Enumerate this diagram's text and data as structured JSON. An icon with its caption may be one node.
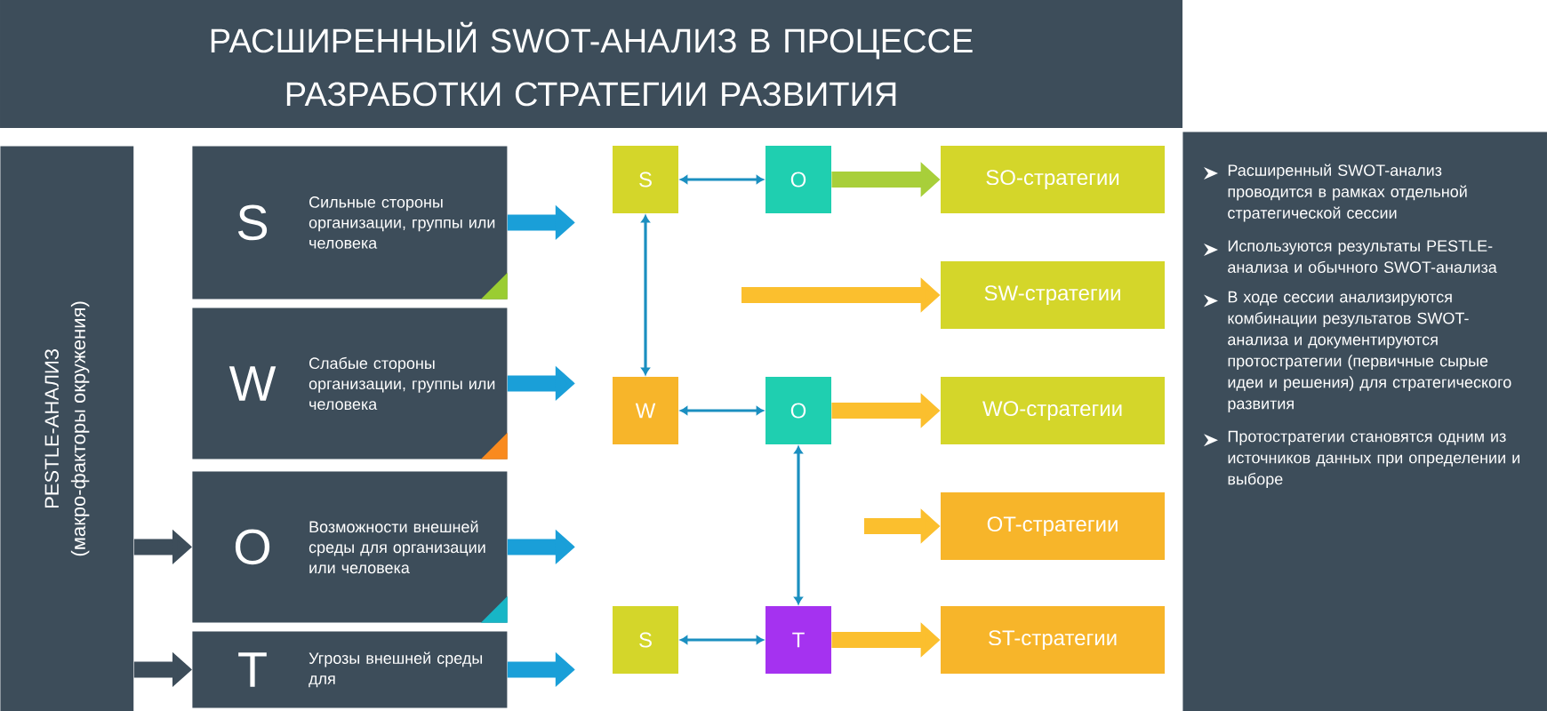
{
  "diagram": {
    "title": "РАСШИРЕННЫЙ SWOT-АНАЛИЗ В ПРОЦЕССЕ РАЗРАБОТКИ СТРАТЕГИИ РАЗВИТИЯ",
    "nodes": [
      {
        "text": [
          "PESTLE-АНАЛИЗ",
          "(макро-факторы окружения)"
        ]
      },
      {
        "text": [
          "S",
          "Сильные стороны организации, группы или человека"
        ]
      },
      {
        "text": [
          "W",
          "Слабые стороны организации, группы или человека"
        ]
      },
      {
        "text": [
          "O",
          "Возможности внешней среды для организации или человека"
        ]
      },
      {
        "text": [
          "T",
          "Угрозы внешней среды для"
        ]
      },
      {
        "text": [
          "S"
        ]
      },
      {
        "text": [
          "O"
        ]
      },
      {
        "text": [
          "SO-стратегии"
        ]
      },
      {
        "text": [
          "SW-стратегии"
        ]
      },
      {
        "text": [
          "W"
        ]
      },
      {
        "text": [
          "O"
        ]
      },
      {
        "text": [
          "WO-стратегии"
        ]
      },
      {
        "text": [
          "OT-стратегии"
        ]
      },
      {
        "text": [
          "S"
        ]
      },
      {
        "text": [
          "T"
        ]
      },
      {
        "text": [
          "ST-стратегии"
        ]
      },
      {
        "text": [
          "Расширенный SWOT-анализ проводится в рамках отдельной стратегической сессии",
          "Используются результаты PESTLE-анализа и обычного SWOT-анализа",
          "В ходе сессии анализируются комбинации результатов SWOT-анализа и документируются протостратегии (первичные сырые идеи и решения) для стратегического развития",
          "Протостратегии становятся одним из источников данных при определении и выборе"
        ]
      }
    ],
    "edges": [
      {
        "from": 0,
        "to": 3,
        "arrow": "to",
        "color": "#3d4d5a"
      },
      {
        "from": 0,
        "to": 4,
        "arrow": "to",
        "color": "#3d4d5a"
      },
      {
        "from": 1,
        "to": null,
        "arrow": "to",
        "color": "#1a9fd8"
      },
      {
        "from": 2,
        "to": null,
        "arrow": "to",
        "color": "#1a9fd8"
      },
      {
        "from": 3,
        "to": null,
        "arrow": "to",
        "color": "#1a9fd8"
      },
      {
        "from": 4,
        "to": null,
        "arrow": "to",
        "color": "#1a9fd8"
      },
      {
        "from": 5,
        "to": 6,
        "arrow": "both",
        "color": "#1b8fc0"
      },
      {
        "from": 6,
        "to": 7,
        "arrow": "to",
        "color": "#a8cf3a"
      },
      {
        "from": 5,
        "to": 9,
        "arrow": "both",
        "color": "#1b8fc0"
      },
      {
        "from": null,
        "to": 8,
        "arrow": "to",
        "color": "#fbbf2e"
      },
      {
        "from": 9,
        "to": 10,
        "arrow": "both",
        "color": "#1b8fc0"
      },
      {
        "from": 10,
        "to": 11,
        "arrow": "to",
        "color": "#fbbf2e"
      },
      {
        "from": 10,
        "to": 14,
        "arrow": "both",
        "color": "#1b8fc0"
      },
      {
        "from": null,
        "to": 12,
        "arrow": "to",
        "color": "#fbbf2e"
      },
      {
        "from": 13,
        "to": 14,
        "arrow": "both",
        "color": "#1b8fc0"
      },
      {
        "from": 14,
        "to": 15,
        "arrow": "to",
        "color": "#fbbf2e"
      }
    ]
  }
}
